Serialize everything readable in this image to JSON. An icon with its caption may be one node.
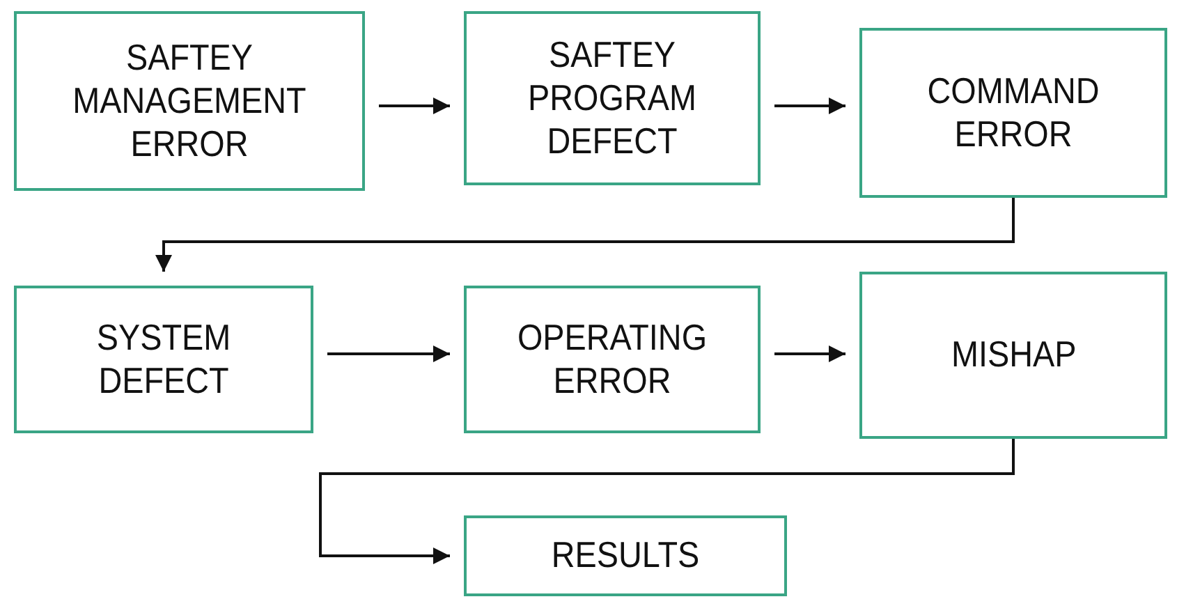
{
  "diagram": {
    "nodes": [
      {
        "text": [
          "SAFTEY MANAGEMENT ERROR"
        ]
      },
      {
        "text": [
          "SAFTEY PROGRAM DEFECT"
        ]
      },
      {
        "text": [
          "COMMAND ERROR"
        ]
      },
      {
        "text": [
          "SYSTEM DEFECT"
        ]
      },
      {
        "text": [
          "OPERATING ERROR"
        ]
      },
      {
        "text": [
          "MISHAP"
        ]
      },
      {
        "text": [
          "RESULTS"
        ]
      }
    ],
    "edges": [
      {
        "from": 0,
        "to": 1,
        "arrow": "to"
      },
      {
        "from": 1,
        "to": 2,
        "arrow": "to"
      },
      {
        "from": 2,
        "to": 3,
        "arrow": "to"
      },
      {
        "from": 3,
        "to": 4,
        "arrow": "to"
      },
      {
        "from": 4,
        "to": 5,
        "arrow": "to"
      },
      {
        "from": 5,
        "to": 6,
        "arrow": "to"
      }
    ]
  }
}
